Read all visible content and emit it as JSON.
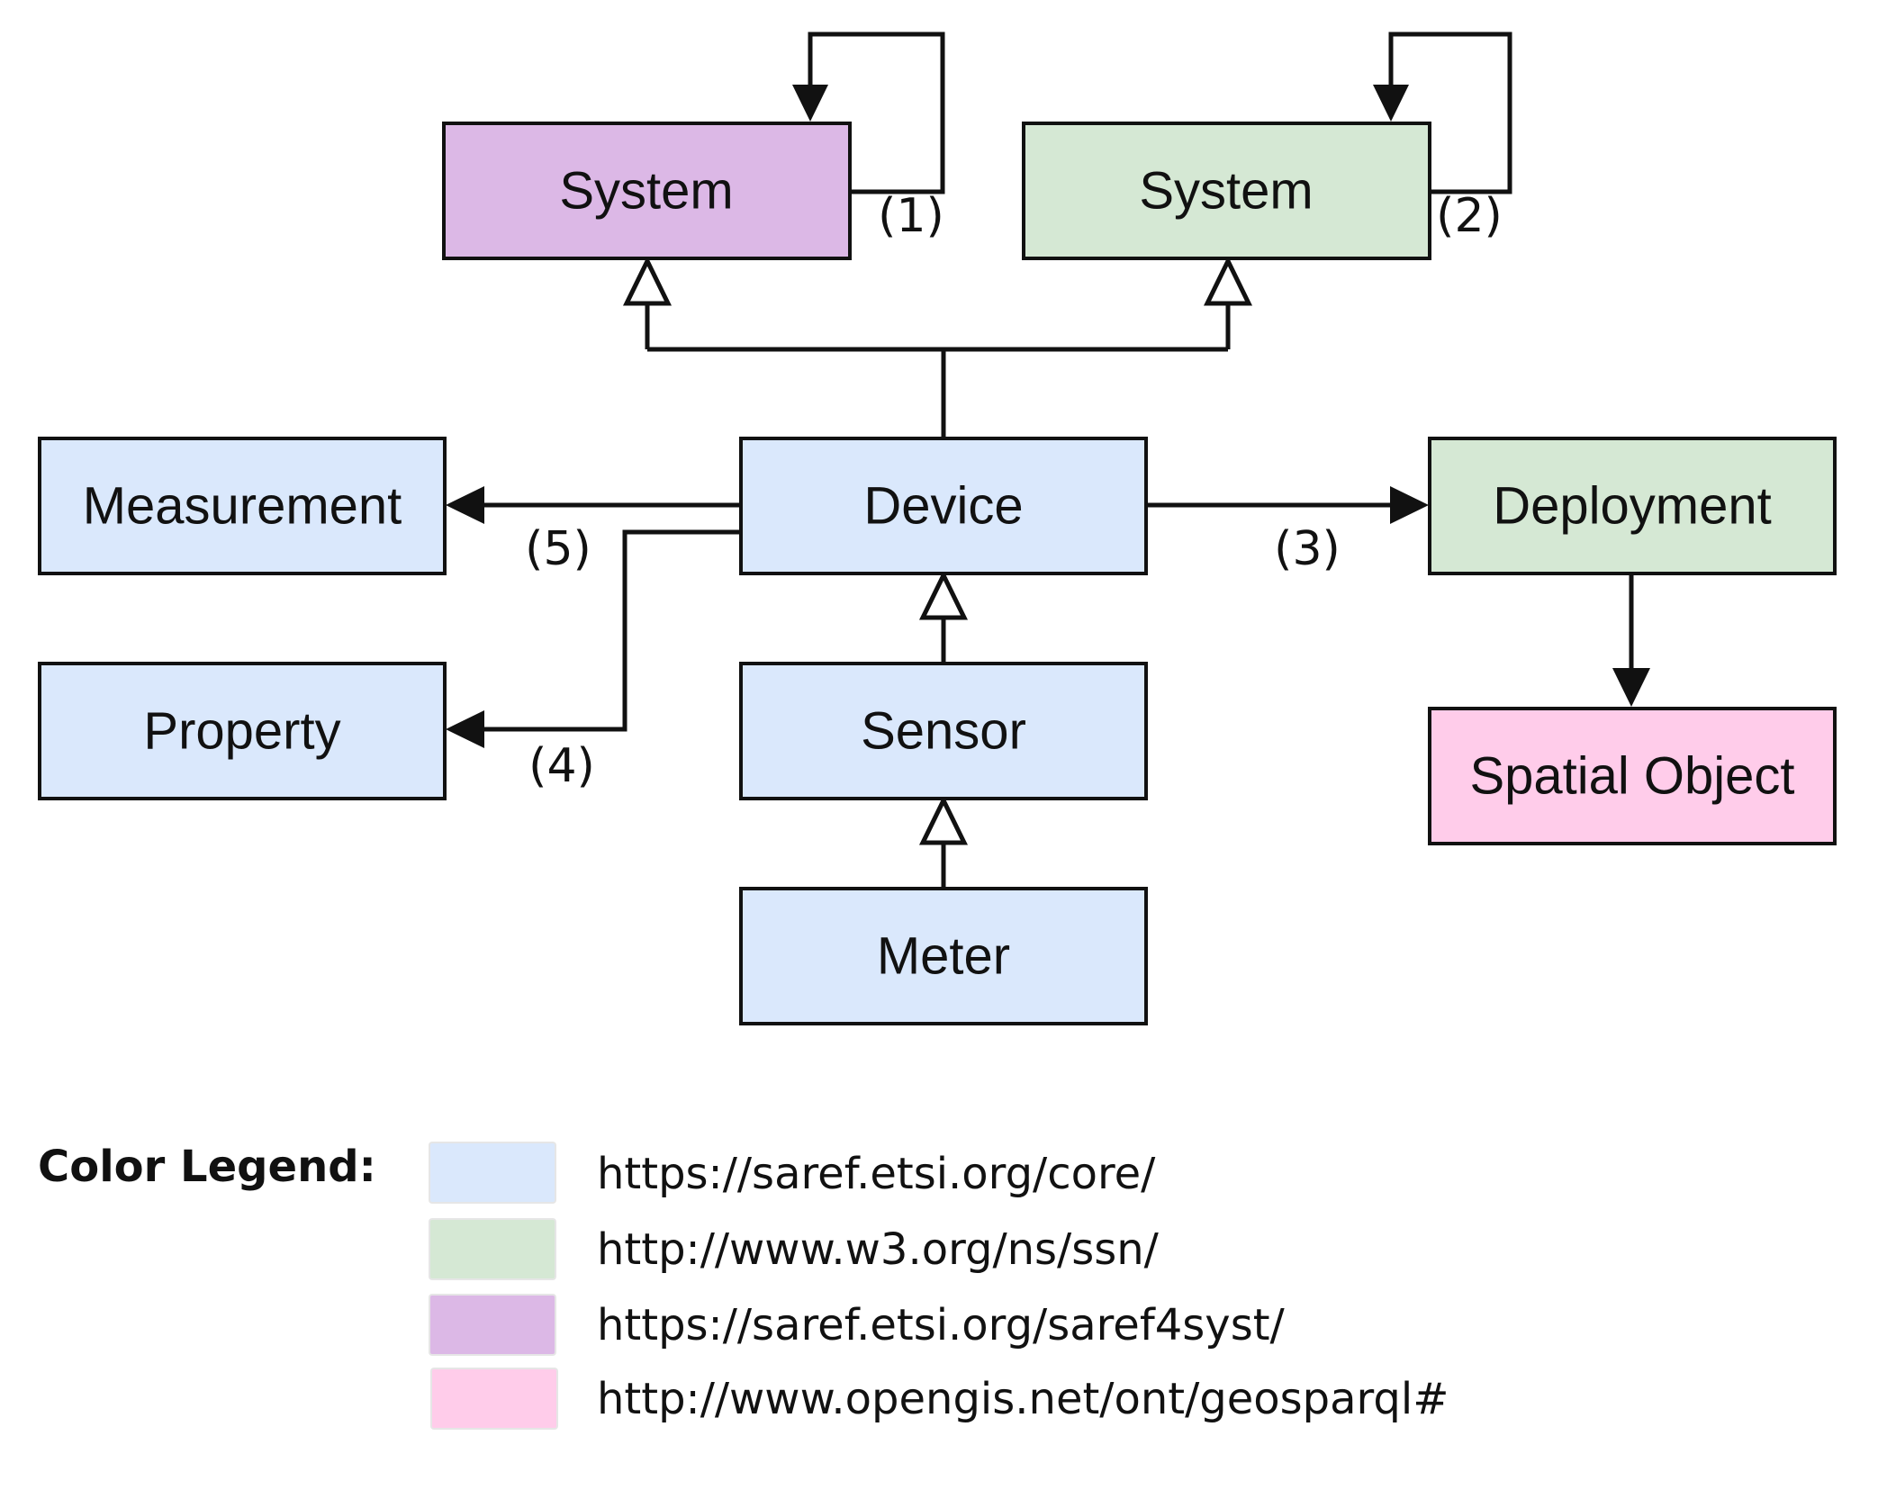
{
  "colors": {
    "saref_core": "#dae8fc",
    "ssn": "#d5e8d4",
    "saref4syst": "#dcb8e6",
    "geosparql": "#ffccea",
    "stroke": "#111111"
  },
  "nodes": {
    "system_saref4syst": {
      "label": "System",
      "color_key": "saref4syst"
    },
    "system_ssn": {
      "label": "System",
      "color_key": "ssn"
    },
    "device": {
      "label": "Device",
      "color_key": "saref_core"
    },
    "measurement": {
      "label": "Measurement",
      "color_key": "saref_core"
    },
    "property": {
      "label": "Property",
      "color_key": "saref_core"
    },
    "sensor": {
      "label": "Sensor",
      "color_key": "saref_core"
    },
    "meter": {
      "label": "Meter",
      "color_key": "saref_core"
    },
    "deployment": {
      "label": "Deployment",
      "color_key": "ssn"
    },
    "spatial_object": {
      "label": "Spatial Object",
      "color_key": "geosparql"
    }
  },
  "edges": {
    "e1": {
      "label": "(1)",
      "from": "system_saref4syst",
      "to": "system_saref4syst"
    },
    "e2": {
      "label": "(2)",
      "from": "system_ssn",
      "to": "system_ssn"
    },
    "e3": {
      "label": "(3)",
      "from": "device",
      "to": "deployment"
    },
    "e4": {
      "label": "(4)",
      "from": "device",
      "to": "property"
    },
    "e5": {
      "label": "(5)",
      "from": "device",
      "to": "measurement"
    }
  },
  "legend": {
    "title": "Color Legend:",
    "items": [
      {
        "color_key": "saref_core",
        "text": "https://saref.etsi.org/core/"
      },
      {
        "color_key": "ssn",
        "text": "http://www.w3.org/ns/ssn/"
      },
      {
        "color_key": "saref4syst",
        "text": "https://saref.etsi.org/saref4syst/"
      },
      {
        "color_key": "geosparql",
        "text": "http://www.opengis.net/ont/geosparql#"
      }
    ]
  }
}
